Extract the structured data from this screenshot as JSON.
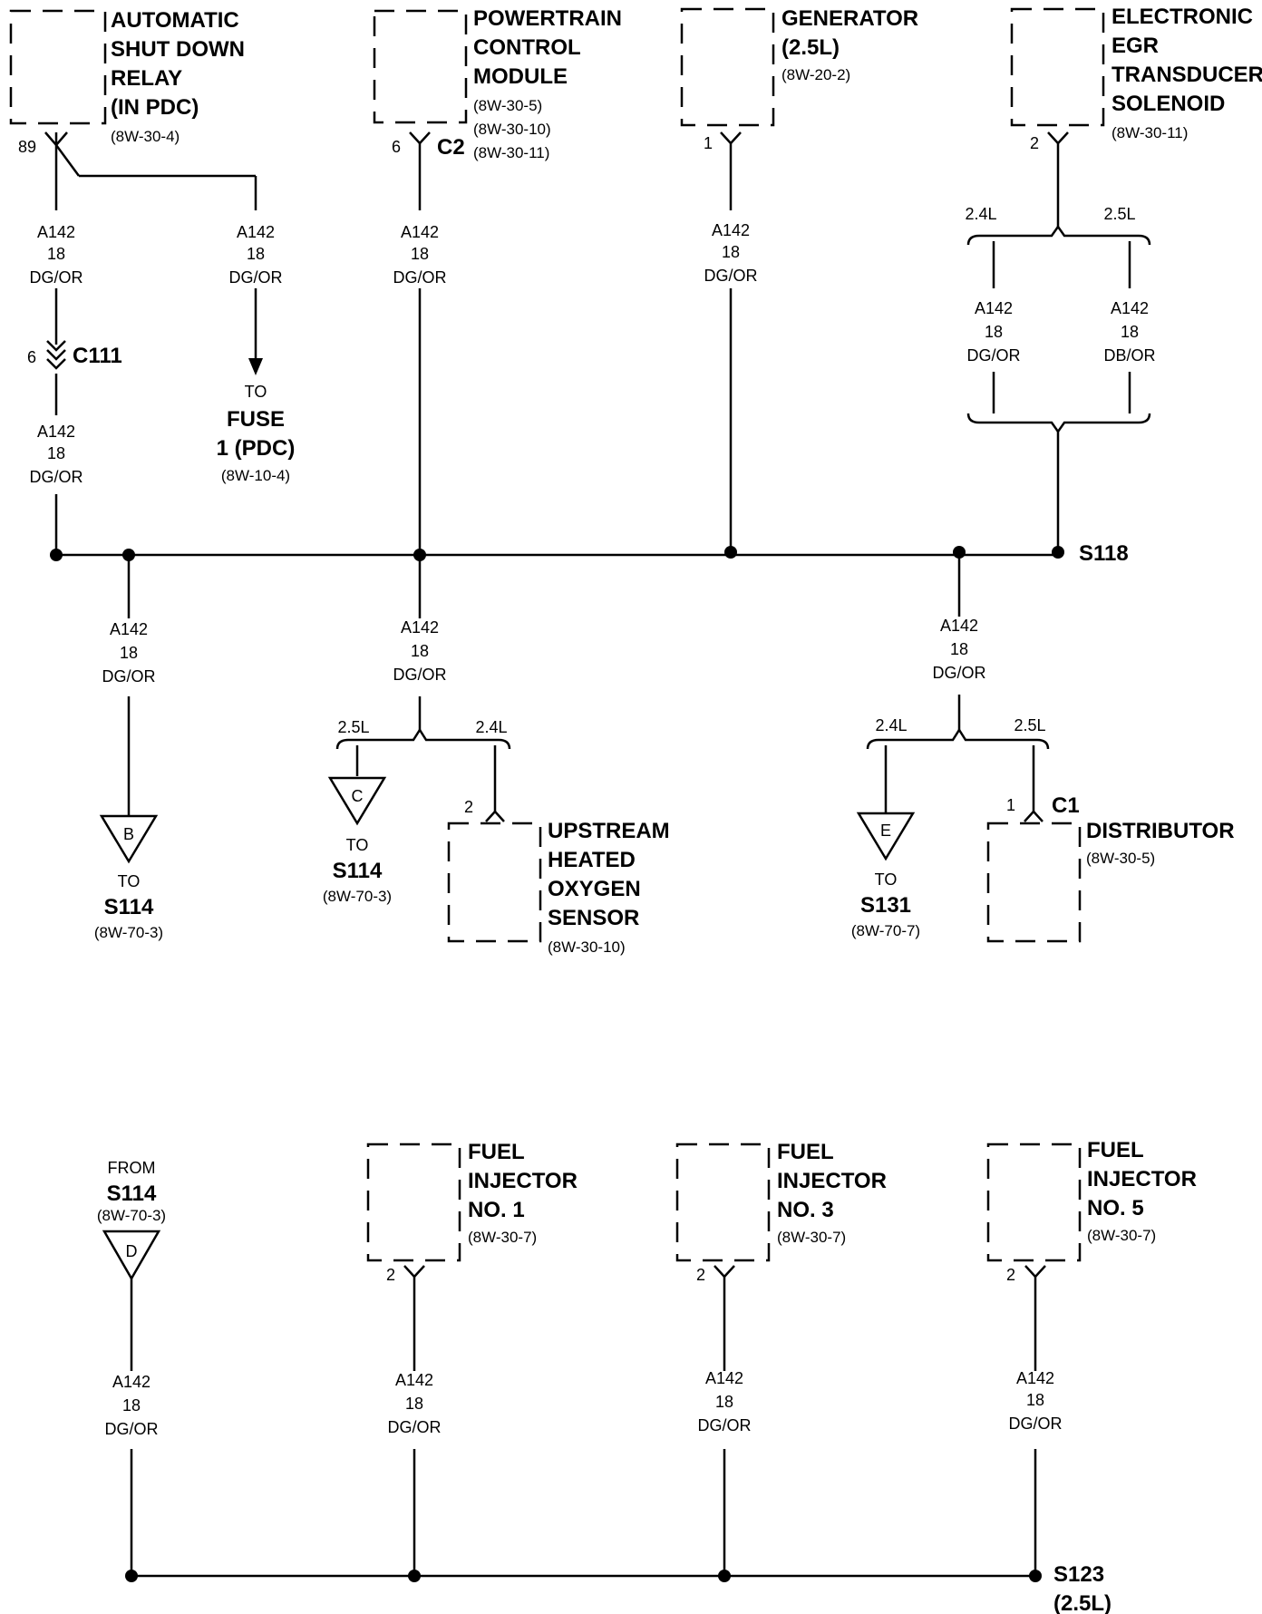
{
  "components": {
    "asd_relay": {
      "name": [
        "AUTOMATIC",
        "SHUT DOWN",
        "RELAY",
        "(IN PDC)"
      ],
      "ref": "(8W-30-4)",
      "pin": "89"
    },
    "pcm": {
      "name": [
        "POWERTRAIN",
        "CONTROL",
        "MODULE"
      ],
      "refs": [
        "(8W-30-5)",
        "(8W-30-10)",
        "(8W-30-11)"
      ],
      "pin": "6",
      "connector": "C2"
    },
    "generator": {
      "name": [
        "GENERATOR",
        "(2.5L)"
      ],
      "ref": "(8W-20-2)",
      "pin": "1"
    },
    "egr": {
      "name": [
        "ELECTRONIC",
        "EGR",
        "TRANSDUCER",
        "SOLENOID"
      ],
      "ref": "(8W-30-11)",
      "pin": "2"
    },
    "o2_sensor": {
      "name": [
        "UPSTREAM",
        "HEATED",
        "OXYGEN",
        "SENSOR"
      ],
      "ref": "(8W-30-10)",
      "pin": "2"
    },
    "distributor": {
      "name": [
        "DISTRIBUTOR"
      ],
      "ref": "(8W-30-5)",
      "pin": "1",
      "connector": "C1"
    },
    "inj1": {
      "name": [
        "FUEL",
        "INJECTOR",
        "NO. 1"
      ],
      "ref": "(8W-30-7)",
      "pin": "2"
    },
    "inj3": {
      "name": [
        "FUEL",
        "INJECTOR",
        "NO. 3"
      ],
      "ref": "(8W-30-7)",
      "pin": "2"
    },
    "inj5": {
      "name": [
        "FUEL",
        "INJECTOR",
        "NO. 5"
      ],
      "ref": "(8W-30-7)",
      "pin": "2"
    }
  },
  "wire": {
    "circuit": "A142",
    "gauge": "18",
    "color": "DG/OR",
    "color_alt": "DB/OR"
  },
  "connectors": {
    "c111": {
      "label": "C111",
      "pin": "6"
    }
  },
  "engine_labels": {
    "l24": "2.4L",
    "l25": "2.5L"
  },
  "splices": {
    "s118": "S118",
    "s123": [
      "S123",
      "(2.5L)"
    ]
  },
  "fuse": {
    "to": "TO",
    "name": [
      "FUSE",
      "1 (PDC)"
    ],
    "ref": "(8W-10-4)"
  },
  "offpage": {
    "b": {
      "letter": "B",
      "to": "TO",
      "target": "S114",
      "ref": "(8W-70-3)"
    },
    "c": {
      "letter": "C",
      "to": "TO",
      "target": "S114",
      "ref": "(8W-70-3)"
    },
    "e": {
      "letter": "E",
      "to": "TO",
      "target": "S131",
      "ref": "(8W-70-7)"
    },
    "d": {
      "letter": "D",
      "from": "FROM",
      "target": "S114",
      "ref": "(8W-70-3)"
    }
  }
}
